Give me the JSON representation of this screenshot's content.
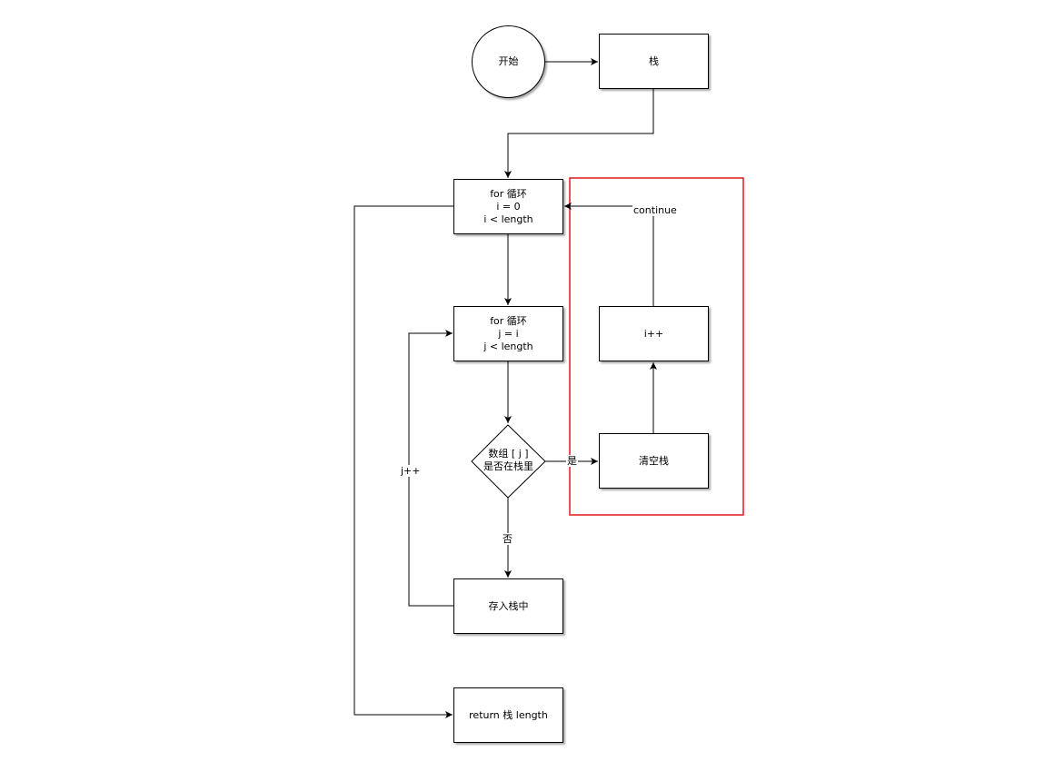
{
  "diagram": {
    "start": {
      "label": "开始"
    },
    "stack": {
      "label": "栈"
    },
    "loop_i": {
      "lines": [
        "for 循环",
        "i = 0",
        "i < length"
      ]
    },
    "loop_j": {
      "lines": [
        "for 循环",
        "j = i",
        "j < length"
      ]
    },
    "decision": {
      "lines": [
        "数组 [ j ]",
        "是否在栈里"
      ]
    },
    "push": {
      "label": "存入栈中"
    },
    "clear": {
      "label": "清空栈"
    },
    "increment_i": {
      "label": "i++"
    },
    "return_node": {
      "label": "return 栈 length"
    },
    "edge_labels": {
      "yes": "是",
      "no": "否",
      "continue": "continue",
      "j_increment": "j++"
    },
    "colors": {
      "stroke": "#000000",
      "highlight": "#e0191f"
    }
  }
}
